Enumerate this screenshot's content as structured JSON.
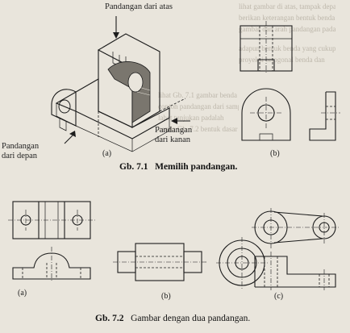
{
  "bleed_text": [
    "lihat gambar di atas, tampak depan",
    "berikan keterangan bentuk benda yang",
    "gambar dan arah pandangan pada",
    "adapun bentuk benda yang cukup",
    "proyeksi ortogonal benda dan",
    "lihat Gb. 7.1 gambar benda",
    "contoh pandangan dari samping",
    "lahat tunjukan padalah",
    "benda Gb. 7.2 bentuk dasar"
  ],
  "fig71": {
    "label_top": "Pandangan dari atas",
    "label_front": "Pandangan\ndari depan",
    "label_right": "Pandangan\ndari kanan",
    "sub_a": "(a)",
    "sub_b": "(b)",
    "caption_num": "Gb. 7.1",
    "caption_text": "Memilih pandangan."
  },
  "fig72": {
    "sub_a": "(a)",
    "sub_b": "(b)",
    "sub_c": "(c)",
    "caption_num": "Gb. 7.2",
    "caption_text": "Gambar dengan dua pandangan."
  }
}
